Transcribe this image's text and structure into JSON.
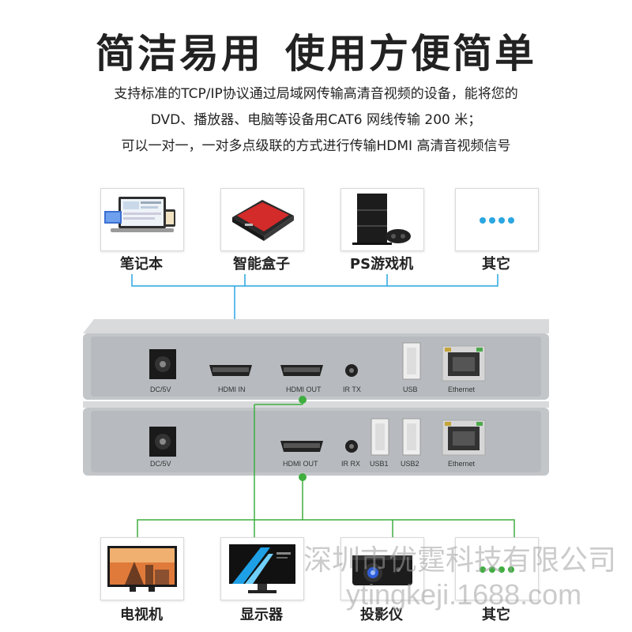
{
  "header": {
    "title_left": "简洁易用",
    "title_right": "使用方便简单",
    "lines": [
      "支持标准的TCP/IP协议通过局域网传输高清音视频的设备，能将您的",
      "DVD、播放器、电脑等设备用CAT6 网线传输 200 米；",
      "可以一对一，一对多点级联的方式进行传输HDMI 高清音视频信号"
    ]
  },
  "sources": [
    {
      "label": "笔记本",
      "icon": "laptop-icon"
    },
    {
      "label": "智能盒子",
      "icon": "smart-box-icon"
    },
    {
      "label": "PS游戏机",
      "icon": "game-console-icon"
    },
    {
      "label": "其它",
      "icon": "more-dots-icon"
    }
  ],
  "transmitter": {
    "ports": [
      "DC/5V",
      "HDMI IN",
      "HDMI OUT",
      "IR TX",
      "USB",
      "Ethernet"
    ]
  },
  "receiver": {
    "ports": [
      "DC/5V",
      "HDMI OUT",
      "IR RX",
      "USB1",
      "USB2",
      "Ethernet"
    ]
  },
  "outputs": [
    {
      "label": "电视机",
      "icon": "tv-icon"
    },
    {
      "label": "显示器",
      "icon": "monitor-icon"
    },
    {
      "label": "投影仪",
      "icon": "projector-icon"
    },
    {
      "label": "其它",
      "icon": "more-dots-icon"
    }
  ],
  "watermark": {
    "company": "深圳市优霆科技有限公司",
    "site": "ytingkeji.1688.com"
  },
  "colors": {
    "input_line": "#2aa6e0",
    "output_line": "#3fae3f",
    "device_body": "#c7cacd",
    "device_face": "#b4b8bc"
  }
}
